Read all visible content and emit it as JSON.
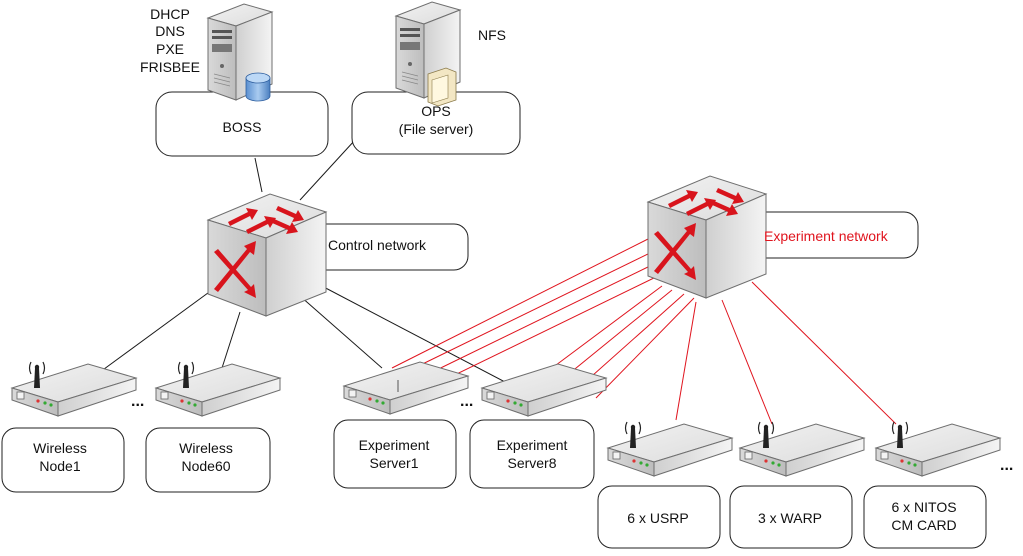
{
  "servers": {
    "boss": {
      "label": "BOSS",
      "services": [
        "DHCP",
        "DNS",
        "PXE",
        "FRISBEE"
      ]
    },
    "ops": {
      "label_line1": "OPS",
      "label_line2": "(File server)",
      "service": "NFS"
    }
  },
  "switches": {
    "control": {
      "label": "Control network"
    },
    "experiment": {
      "label": "Experiment network",
      "color": "#e0141e"
    }
  },
  "nodes": {
    "wireless1": {
      "line1": "Wireless",
      "line2": "Node1"
    },
    "wireless60": {
      "line1": "Wireless",
      "line2": "Node60"
    },
    "expserver1": {
      "line1": "Experiment",
      "line2": "Server1"
    },
    "expserver8": {
      "line1": "Experiment",
      "line2": "Server8"
    },
    "usrp": {
      "line1": "6 x USRP"
    },
    "warp": {
      "line1": "3 x WARP"
    },
    "nitos": {
      "line1": "6 x NITOS",
      "line2": "CM CARD"
    }
  },
  "ellipsis": "...",
  "colors": {
    "control_link": "#1a1a1a",
    "experiment_link": "#e0141e",
    "arrow": "#d8141c"
  }
}
